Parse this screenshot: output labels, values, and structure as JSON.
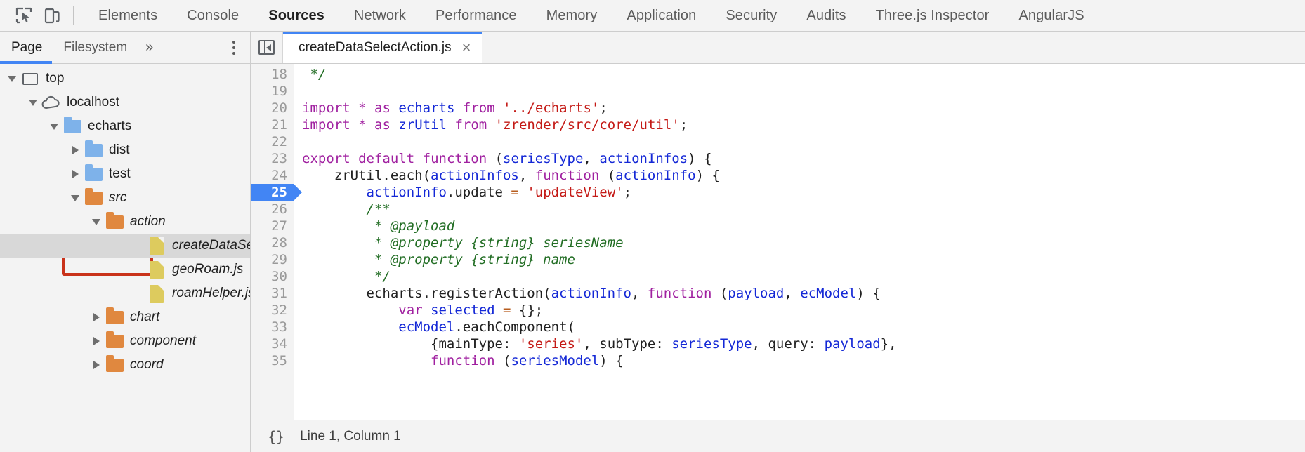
{
  "toolbar": {
    "inspect_icon": "inspect-cursor-icon",
    "device_icon": "device-toolbar-icon",
    "tabs": [
      {
        "label": "Elements",
        "active": false
      },
      {
        "label": "Console",
        "active": false
      },
      {
        "label": "Sources",
        "active": true
      },
      {
        "label": "Network",
        "active": false
      },
      {
        "label": "Performance",
        "active": false
      },
      {
        "label": "Memory",
        "active": false
      },
      {
        "label": "Application",
        "active": false
      },
      {
        "label": "Security",
        "active": false
      },
      {
        "label": "Audits",
        "active": false
      },
      {
        "label": "Three.js Inspector",
        "active": false
      },
      {
        "label": "AngularJS",
        "active": false
      }
    ]
  },
  "navigator": {
    "tabs": [
      {
        "label": "Page",
        "active": true
      },
      {
        "label": "Filesystem",
        "active": false
      }
    ],
    "more_label": "»",
    "menu_icon": "more-options-icon",
    "tree": [
      {
        "label": "top",
        "type": "frame",
        "twisty": "down",
        "indent": 0,
        "italic": false,
        "selected": false
      },
      {
        "label": "localhost",
        "type": "cloud",
        "twisty": "down",
        "indent": 1,
        "italic": false,
        "selected": false
      },
      {
        "label": "echarts",
        "type": "folder-blue",
        "twisty": "down",
        "indent": 2,
        "italic": false,
        "selected": false
      },
      {
        "label": "dist",
        "type": "folder-blue",
        "twisty": "right",
        "indent": 3,
        "italic": false,
        "selected": false
      },
      {
        "label": "test",
        "type": "folder-blue",
        "twisty": "right",
        "indent": 3,
        "italic": false,
        "selected": false
      },
      {
        "label": "src",
        "type": "folder-orange",
        "twisty": "down",
        "indent": 3,
        "italic": true,
        "selected": false,
        "highlighted": true
      },
      {
        "label": "action",
        "type": "folder-orange",
        "twisty": "down",
        "indent": 4,
        "italic": true,
        "selected": false
      },
      {
        "label": "createDataSelectAction.js",
        "type": "file",
        "twisty": "none",
        "indent": 6,
        "italic": true,
        "selected": true
      },
      {
        "label": "geoRoam.js",
        "type": "file",
        "twisty": "none",
        "indent": 6,
        "italic": true,
        "selected": false
      },
      {
        "label": "roamHelper.js",
        "type": "file",
        "twisty": "none",
        "indent": 6,
        "italic": true,
        "selected": false
      },
      {
        "label": "chart",
        "type": "folder-orange",
        "twisty": "right",
        "indent": 4,
        "italic": true,
        "selected": false
      },
      {
        "label": "component",
        "type": "folder-orange",
        "twisty": "right",
        "indent": 4,
        "italic": true,
        "selected": false
      },
      {
        "label": "coord",
        "type": "folder-orange",
        "twisty": "right",
        "indent": 4,
        "italic": true,
        "selected": false
      }
    ]
  },
  "editor": {
    "collapse_icon": "collapse-sidebar-icon",
    "tab": {
      "filename": "createDataSelectAction.js",
      "close_label": "×"
    },
    "breakpoint_line": 25,
    "lines": [
      {
        "num": 18,
        "tokens": [
          {
            "t": " */",
            "c": "c"
          }
        ]
      },
      {
        "num": 19,
        "tokens": []
      },
      {
        "num": 20,
        "tokens": [
          {
            "t": "import",
            "c": "k"
          },
          {
            "t": " ",
            "c": "p"
          },
          {
            "t": "*",
            "c": "k"
          },
          {
            "t": " ",
            "c": "p"
          },
          {
            "t": "as",
            "c": "k"
          },
          {
            "t": " ",
            "c": "p"
          },
          {
            "t": "echarts",
            "c": "id"
          },
          {
            "t": " ",
            "c": "p"
          },
          {
            "t": "from",
            "c": "k"
          },
          {
            "t": " ",
            "c": "p"
          },
          {
            "t": "'../echarts'",
            "c": "s"
          },
          {
            "t": ";",
            "c": "p"
          }
        ]
      },
      {
        "num": 21,
        "tokens": [
          {
            "t": "import",
            "c": "k"
          },
          {
            "t": " ",
            "c": "p"
          },
          {
            "t": "*",
            "c": "k"
          },
          {
            "t": " ",
            "c": "p"
          },
          {
            "t": "as",
            "c": "k"
          },
          {
            "t": " ",
            "c": "p"
          },
          {
            "t": "zrUtil",
            "c": "id"
          },
          {
            "t": " ",
            "c": "p"
          },
          {
            "t": "from",
            "c": "k"
          },
          {
            "t": " ",
            "c": "p"
          },
          {
            "t": "'zrender/src/core/util'",
            "c": "s"
          },
          {
            "t": ";",
            "c": "p"
          }
        ]
      },
      {
        "num": 22,
        "tokens": []
      },
      {
        "num": 23,
        "tokens": [
          {
            "t": "export",
            "c": "k"
          },
          {
            "t": " ",
            "c": "p"
          },
          {
            "t": "default",
            "c": "k"
          },
          {
            "t": " ",
            "c": "p"
          },
          {
            "t": "function",
            "c": "k"
          },
          {
            "t": " (",
            "c": "p"
          },
          {
            "t": "seriesType",
            "c": "id"
          },
          {
            "t": ", ",
            "c": "p"
          },
          {
            "t": "actionInfos",
            "c": "id"
          },
          {
            "t": ") {",
            "c": "p"
          }
        ]
      },
      {
        "num": 24,
        "tokens": [
          {
            "t": "    zrUtil.each(",
            "c": "p"
          },
          {
            "t": "actionInfos",
            "c": "id"
          },
          {
            "t": ", ",
            "c": "p"
          },
          {
            "t": "function",
            "c": "k"
          },
          {
            "t": " (",
            "c": "p"
          },
          {
            "t": "actionInfo",
            "c": "id"
          },
          {
            "t": ") {",
            "c": "p"
          }
        ]
      },
      {
        "num": 25,
        "tokens": [
          {
            "t": "        ",
            "c": "p"
          },
          {
            "t": "actionInfo",
            "c": "id"
          },
          {
            "t": ".update ",
            "c": "p"
          },
          {
            "t": "=",
            "c": "op"
          },
          {
            "t": " ",
            "c": "p"
          },
          {
            "t": "'updateView'",
            "c": "s"
          },
          {
            "t": ";",
            "c": "p"
          }
        ]
      },
      {
        "num": 26,
        "tokens": [
          {
            "t": "        /**",
            "c": "c"
          }
        ]
      },
      {
        "num": 27,
        "tokens": [
          {
            "t": "         * @payload",
            "c": "c"
          }
        ]
      },
      {
        "num": 28,
        "tokens": [
          {
            "t": "         * @property {string} seriesName",
            "c": "c"
          }
        ]
      },
      {
        "num": 29,
        "tokens": [
          {
            "t": "         * @property {string} name",
            "c": "c"
          }
        ]
      },
      {
        "num": 30,
        "tokens": [
          {
            "t": "         */",
            "c": "c"
          }
        ]
      },
      {
        "num": 31,
        "tokens": [
          {
            "t": "        echarts.registerAction(",
            "c": "p"
          },
          {
            "t": "actionInfo",
            "c": "id"
          },
          {
            "t": ", ",
            "c": "p"
          },
          {
            "t": "function",
            "c": "k"
          },
          {
            "t": " (",
            "c": "p"
          },
          {
            "t": "payload",
            "c": "id"
          },
          {
            "t": ", ",
            "c": "p"
          },
          {
            "t": "ecModel",
            "c": "id"
          },
          {
            "t": ") {",
            "c": "p"
          }
        ]
      },
      {
        "num": 32,
        "tokens": [
          {
            "t": "            ",
            "c": "p"
          },
          {
            "t": "var",
            "c": "k"
          },
          {
            "t": " ",
            "c": "p"
          },
          {
            "t": "selected",
            "c": "id"
          },
          {
            "t": " ",
            "c": "p"
          },
          {
            "t": "=",
            "c": "op"
          },
          {
            "t": " {};",
            "c": "p"
          }
        ]
      },
      {
        "num": 33,
        "tokens": [
          {
            "t": "            ",
            "c": "p"
          },
          {
            "t": "ecModel",
            "c": "id"
          },
          {
            "t": ".eachComponent(",
            "c": "p"
          }
        ]
      },
      {
        "num": 34,
        "tokens": [
          {
            "t": "                {mainType: ",
            "c": "p"
          },
          {
            "t": "'series'",
            "c": "s"
          },
          {
            "t": ", subType: ",
            "c": "p"
          },
          {
            "t": "seriesType",
            "c": "id"
          },
          {
            "t": ", query: ",
            "c": "p"
          },
          {
            "t": "payload",
            "c": "id"
          },
          {
            "t": "},",
            "c": "p"
          }
        ]
      },
      {
        "num": 35,
        "tokens": [
          {
            "t": "                ",
            "c": "p"
          },
          {
            "t": "function",
            "c": "k"
          },
          {
            "t": " (",
            "c": "p"
          },
          {
            "t": "seriesModel",
            "c": "id"
          },
          {
            "t": ") {",
            "c": "p"
          }
        ]
      }
    ]
  },
  "status": {
    "pretty_print_label": "{}",
    "position_text": "Line 1, Column 1"
  },
  "colors": {
    "accent": "#4285f4",
    "highlight_box": "#c9321a",
    "folder_blue": "#7eb2ea",
    "folder_orange": "#e0883f",
    "file_yellow": "#ddcb5e"
  }
}
